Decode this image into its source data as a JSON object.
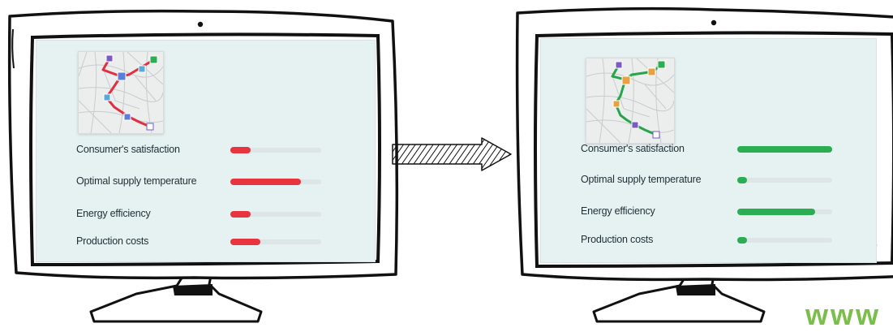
{
  "colors": {
    "before_route": "#e03040",
    "before_bar": "#e8343f",
    "after_route": "#27a54a",
    "after_bar": "#2bae52",
    "track": "#dde5e6",
    "brand": "#7bbf4a"
  },
  "before": {
    "metrics": [
      {
        "label": "Consumer's satisfaction",
        "level": 0.22
      },
      {
        "label": "Optimal supply temperature",
        "level": 0.78
      },
      {
        "label": "Energy efficiency",
        "level": 0.22
      },
      {
        "label": "Production costs",
        "level": 0.33
      }
    ]
  },
  "after": {
    "metrics": [
      {
        "label": "Consumer's satisfaction",
        "level": 1.0
      },
      {
        "label": "Optimal supply temperature",
        "level": 0.1
      },
      {
        "label": "Energy efficiency",
        "level": 0.82
      },
      {
        "label": "Production costs",
        "level": 0.1
      }
    ]
  },
  "brand_text": "www"
}
